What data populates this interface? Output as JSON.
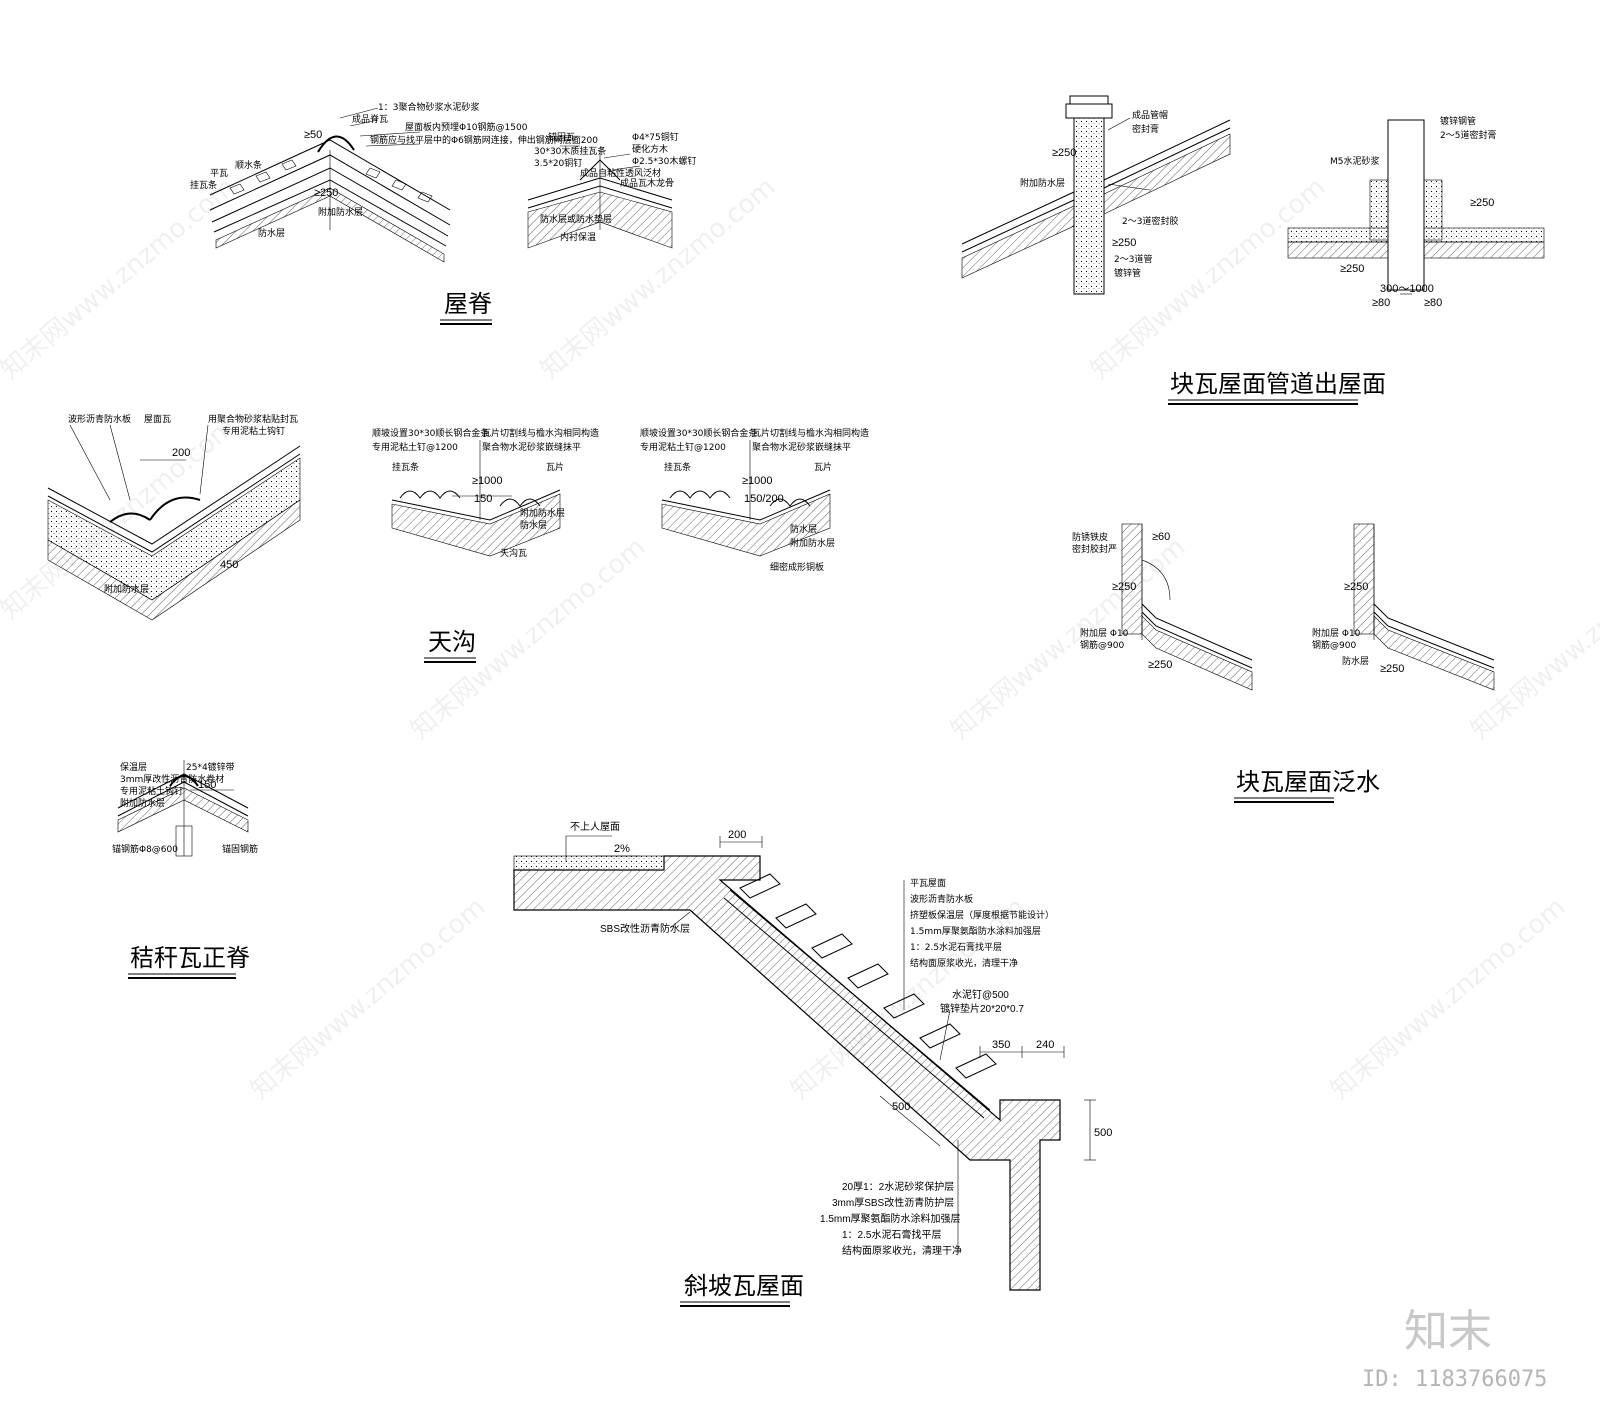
{
  "titles": {
    "ridge": "屋脊",
    "valley": "天沟",
    "straw_ridge": "秸秆瓦正脊",
    "pipe": "块瓦屋面管道出屋面",
    "flashing": "块瓦屋面泛水",
    "slope": "斜坡瓦屋面"
  },
  "slope_labels": {
    "flat_roof": "不上人屋面",
    "slope_pct": "2%",
    "sbs": "SBS改性沥青防水层",
    "right_notes": [
      "平瓦屋面",
      "波形沥青防水板",
      "挤塑板保温层（厚度根据节能设计）",
      "1.5mm厚聚氨酯防水涂料加强层",
      "1：2.5水泥石膏找平层",
      "结构面原浆收光，清理干净"
    ],
    "nail": "水泥钉@500",
    "washer": "镀锌垫片20*20*0.7",
    "bottom_notes": [
      "20厚1：2水泥砂浆保护层",
      "3mm厚SBS改性沥青防护层",
      "1.5mm厚聚氨酯防水涂料加强层",
      "1：2.5水泥石膏找平层",
      "结构面原浆收光，清理干净"
    ],
    "dim_200": "200",
    "dim_350": "350",
    "dim_240": "240",
    "dim_500a": "500",
    "dim_500b": "500"
  },
  "ridge_labels": {
    "a1": "1：3聚合物砂浆水泥砂浆",
    "a2": "成品脊瓦",
    "a3": "屋面板内预埋Φ10钢筋@1500",
    "a4": "钢筋应与找平层中的Φ6钢筋网连接，伸出钢筋网层面200",
    "a5": "顺水条",
    "a6": "挂瓦条",
    "a7": "平瓦",
    "a8": "防水层",
    "a9": "附加防水层",
    "d1": "≥50",
    "d2": "≥250",
    "b1": "锚固瓦",
    "b2": "30*30木质挂瓦条",
    "b3": "3.5*20铜钉",
    "b4": "Φ4*75铜钉",
    "b5": "硬化方木",
    "b6": "Φ2.5*30木螺钉",
    "b7": "成品自粘性透风泛材",
    "b8": "成品瓦木龙骨",
    "b9": "防水层或防水垫层",
    "b10": "内衬保温"
  },
  "valley_labels": {
    "c1": "波形沥青防水板",
    "c2": "屋面瓦",
    "c3": "用聚合物砂浆粘贴封瓦",
    "c4": "专用泥粘土钩钉",
    "c5": "附加防水层",
    "c6": "200",
    "c7": "450",
    "v1": "顺坡设置30*30顺长钢合金条",
    "v2": "专用泥粘土钉@1200",
    "v3": "瓦片切割线与檐水沟相同构造",
    "v4": "聚合物水泥砂浆嵌缝抹平",
    "v5": "挂瓦条",
    "v6": "瓦片",
    "v7": "≥1000",
    "v8": "150",
    "v9": "防水层",
    "v10": "附加防水层",
    "v11": "天沟瓦",
    "w7": "≥1000",
    "w8": "150/200",
    "w9": "附加防水层",
    "w10": "防水层",
    "w11": "细密成形铜板"
  },
  "straw_labels": {
    "s1": "保温层",
    "s2": "3mm厚改性沥青防水卷材",
    "s3": "专用泥粘土钩钉",
    "s4": "附加防水层",
    "s5": "25*4镀锌带",
    "s6": "150",
    "s7": "锚固钢筋",
    "s8": "锚钢筋Φ8@600"
  },
  "pipe_labels": {
    "p1": "成品管帽",
    "p2": "密封膏",
    "p3": "≥250",
    "p4": "附加防水层",
    "p5": "2～3道密封胶",
    "p6": "≥250",
    "p7": "2～3道管",
    "p8": "镀锌管",
    "q1": "镀锌钢管",
    "q2": "2～5道密封膏",
    "q3": "M5水泥砂浆",
    "q4": "≥250",
    "q5": "≥250",
    "q6": "300～1000",
    "q7": "≥80",
    "q8": "≥80"
  },
  "flashing_labels": {
    "f1": "防锈铁皮",
    "f2": "密封胶封严",
    "f3": "≥60",
    "f4": "≥250",
    "f5": "附加层 Φ10",
    "f6": "钢筋@900",
    "f7": "≥250",
    "g1": "≥250",
    "g2": "附加层 Φ10",
    "g3": "钢筋@900",
    "g4": "≥250",
    "g5": "防水层"
  },
  "watermarks": {
    "site": "知末网www.znzmo.com",
    "brand": "知末",
    "id": "ID: 1183766075"
  }
}
